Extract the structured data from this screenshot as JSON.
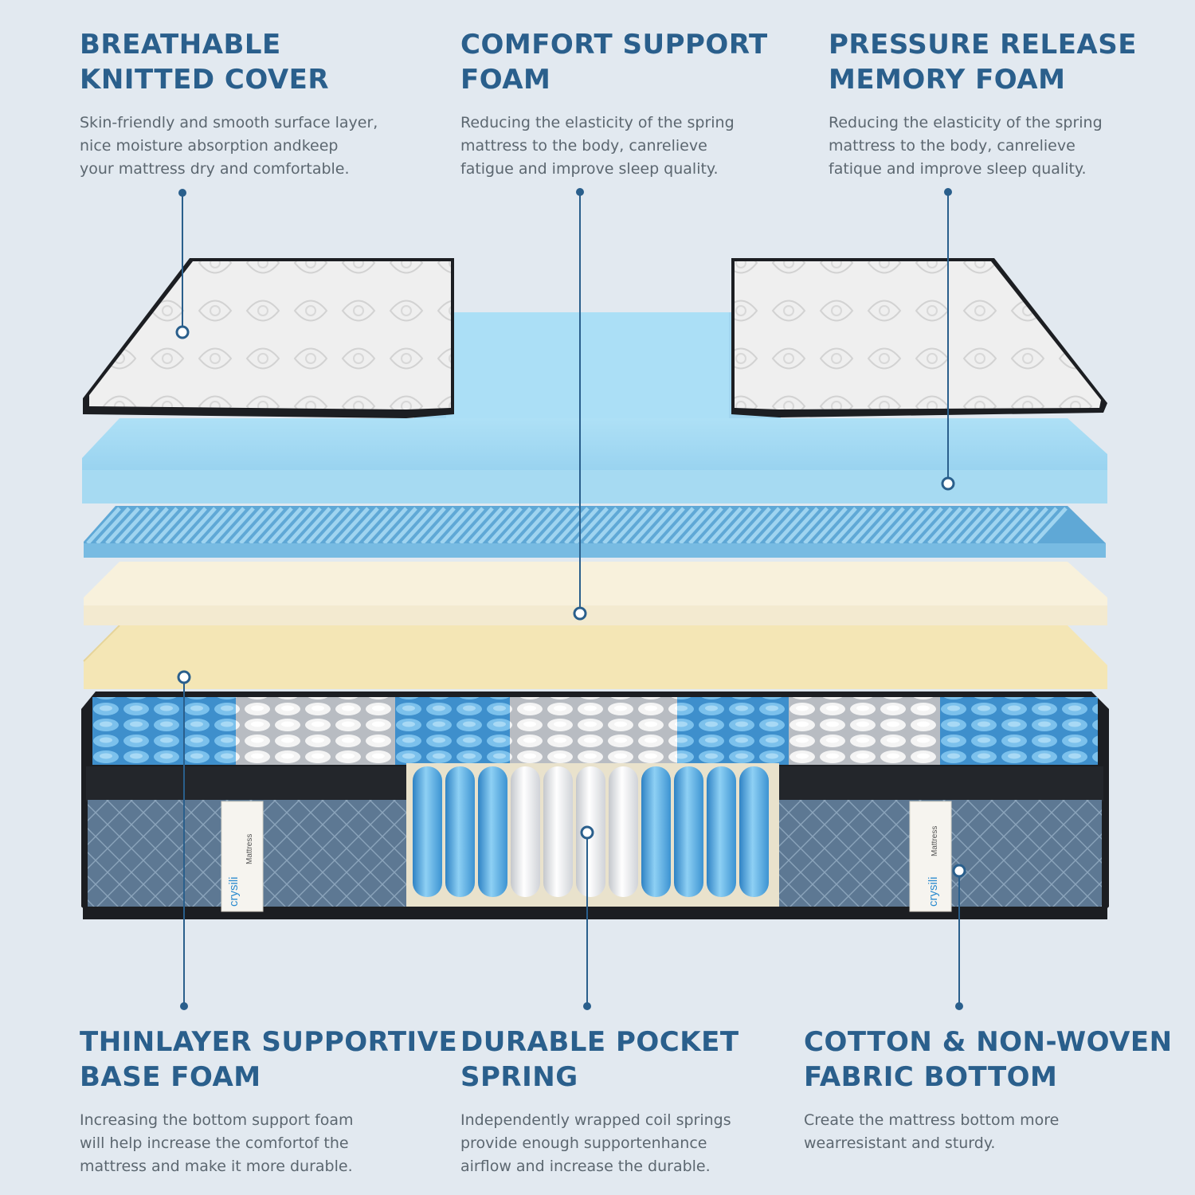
{
  "labels": {
    "cover": {
      "title_1": "BREATHABLE",
      "title_2": "KNITTED COVER",
      "desc_1": "Skin-friendly and smooth surface layer,",
      "desc_2": "nice moisture absorption andkeep",
      "desc_3": "your mattress dry and comfortable."
    },
    "comfort": {
      "title_1": "COMFORT SUPPORT",
      "title_2": "FOAM",
      "desc_1": "Reducing the elasticity of the spring",
      "desc_2": "mattress to the body, canrelieve",
      "desc_3": "fatigue and improve sleep quality."
    },
    "memory": {
      "title_1": "PRESSURE RELEASE",
      "title_2": "MEMORY FOAM",
      "desc_1": "Reducing the elasticity of the spring",
      "desc_2": "mattress to the body, canrelieve",
      "desc_3": "fatique and improve sleep quality."
    },
    "base": {
      "title_1": "THINLAYER SUPPORTIVE",
      "title_2": "BASE FOAM",
      "desc_1": "Increasing the bottom support foam",
      "desc_2": "will help increase the comfortof the",
      "desc_3": "mattress and make it more durable."
    },
    "spring": {
      "title_1": "DURABLE POCKET",
      "title_2": "SPRING",
      "desc_1": "Independently wrapped coil springs",
      "desc_2": "provide enough supportenhance",
      "desc_3": "airflow and increase the durable."
    },
    "bottom": {
      "title_1": "COTTON & NON-WOVEN",
      "title_2": "FABRIC BOTTOM",
      "desc_1": "Create the mattress bottom more",
      "desc_2": "wearresistant and sturdy."
    }
  },
  "brand": {
    "logo_text": "crysili",
    "tag_text": "Mattress"
  },
  "colors": {
    "title": "#2a5f8c",
    "desc": "#5c6770",
    "leader": "#2a5f8c",
    "background": "#e2e9f0",
    "gel_foam": "#a9dcf3",
    "wave_foam": "#7ec0e3",
    "comfort_foam": "#f8f1dc",
    "base_foam": "#f4e6b5",
    "spring_blue": "#4aa3dc",
    "spring_white": "#f4f4f4",
    "border": "#1c1e22",
    "side_fabric": "#5d7893",
    "cover": "#eeeeee"
  }
}
